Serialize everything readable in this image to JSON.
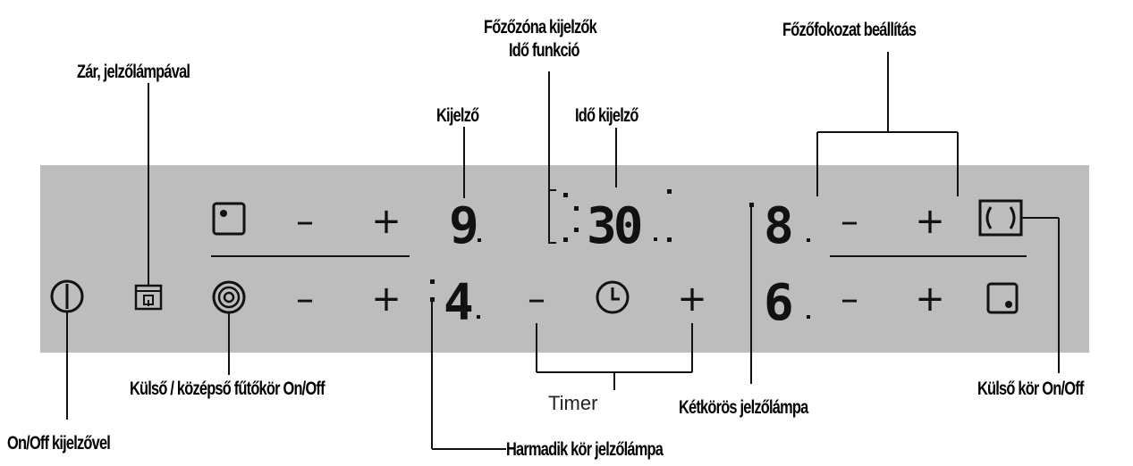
{
  "labels": {
    "lock": "Zár, jelzőlámpával",
    "display": "Kijelző",
    "zone_display_line1": "Főzőzóna kijelzők",
    "zone_display_line2": "Idő funkció",
    "time_display": "Idő kijelző",
    "power_setting": "Főzőfokozat beállítás",
    "outer_middle_ring": "Külső / középső fűtőkör On/Off",
    "onoff": "On/Off kijelzővel",
    "third_ring_light": "Harmadik kör jelzőlámpa",
    "dual_ring_light": "Kétkörös jelzőlámpa",
    "outer_ring": "Külső kör On/Off",
    "timer": "Timer"
  },
  "panel": {
    "minus": "–",
    "plus": "+",
    "digit_top_left": "9",
    "digit_bottom_left": "4",
    "timer_digits": "30",
    "digit_top_right": "8",
    "digit_bottom_right": "6",
    "dot": "."
  },
  "icons": [
    "power-icon",
    "lock-icon",
    "ring-icon",
    "zone-icon",
    "clock-icon",
    "dual-ring-icon",
    "zone-icon-bottom-right"
  ]
}
